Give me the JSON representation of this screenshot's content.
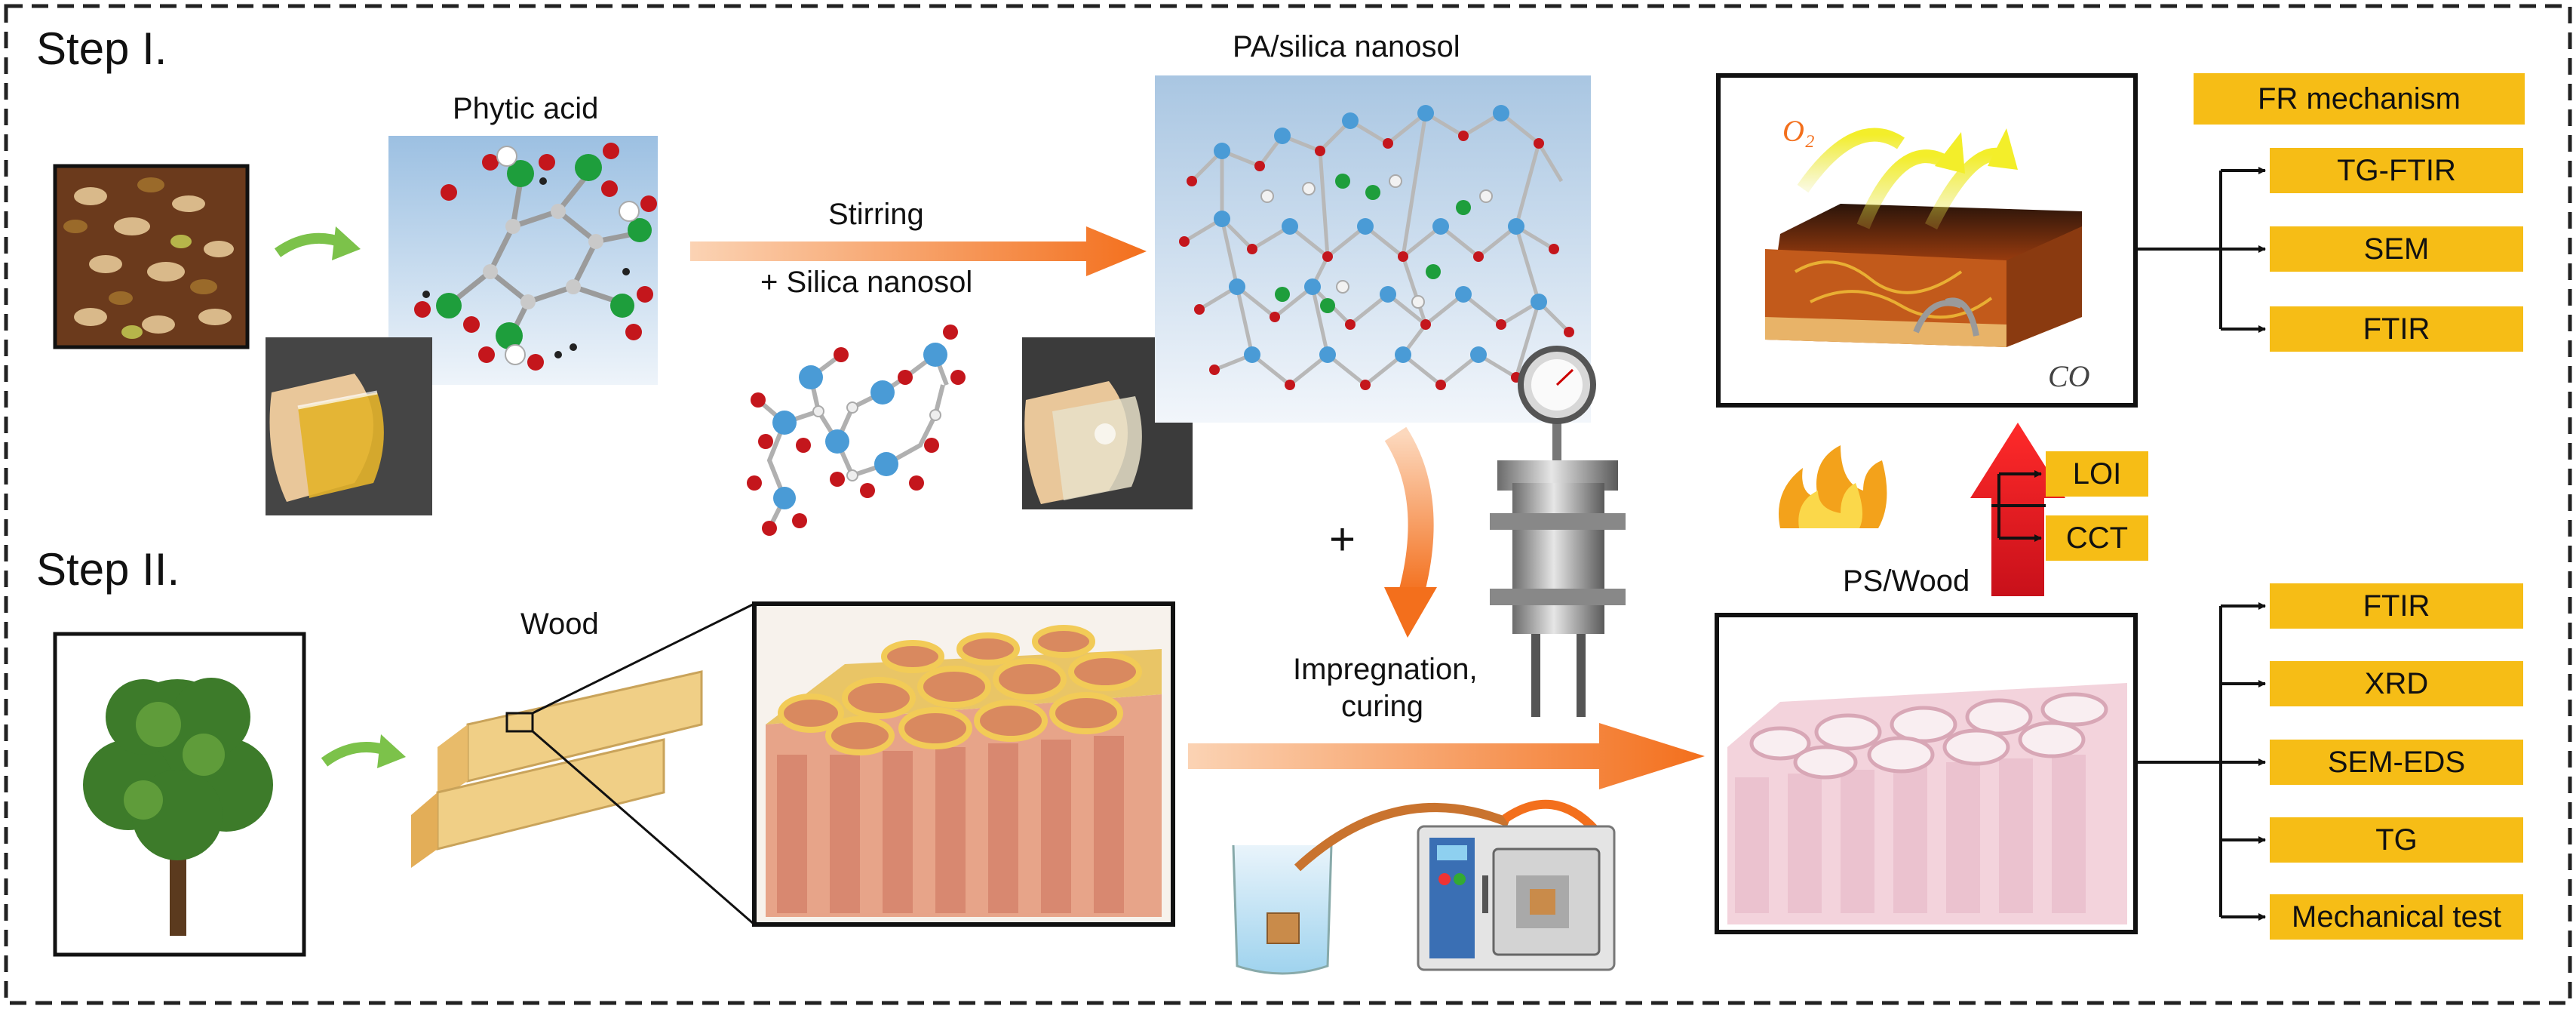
{
  "steps": {
    "step1": "Step I.",
    "step2": "Step II."
  },
  "labels": {
    "phytic_acid": "Phytic acid",
    "pa_silica_nanosol": "PA/silica nanosol",
    "stirring": "Stirring",
    "plus_silica": "+ Silica nanosol",
    "plus": "+",
    "wood": "Wood",
    "impregnation": "Impregnation,",
    "curing": "curing",
    "ps_wood": "PS/Wood",
    "o2": "O₂",
    "co": "CO"
  },
  "fr_mechanism": {
    "title": "FR mechanism",
    "items": [
      "TG-FTIR",
      "SEM",
      "FTIR"
    ]
  },
  "fire_tests": [
    "LOI",
    "CCT"
  ],
  "characterization": [
    "FTIR",
    "XRD",
    "SEM-EDS",
    "TG",
    "Mechanical test"
  ],
  "colors": {
    "label_box": "#f6bd16",
    "arrow_orange": "#f36f1c",
    "arrow_red": "#ee1c25",
    "arrow_green": "#7cc24a"
  }
}
